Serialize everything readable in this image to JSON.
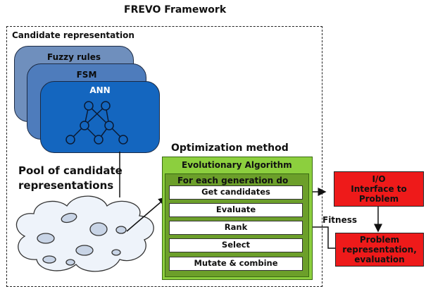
{
  "title": "FREVO Framework",
  "candidate": {
    "label": "Candidate representation",
    "layers": [
      "Fuzzy rules",
      "FSM",
      "ANN"
    ]
  },
  "pool_label": [
    "Pool of candidate",
    "representations"
  ],
  "optimization": {
    "label": "Optimization method",
    "algorithm": "Evolutionary Algorithm",
    "loop": "For each generation do",
    "steps": [
      "Get candidates",
      "Evaluate",
      "Rank",
      "Select",
      "Mutate & combine"
    ]
  },
  "io_box": [
    "I/O",
    "Interface to",
    "Problem"
  ],
  "fitness_label": "Fitness",
  "problem_box": [
    "Problem",
    "representation,",
    "evaluation"
  ],
  "colors": {
    "green_outer": "#8ccf3e",
    "green_inner": "#6c9f2a",
    "ann_blue": "#1466bf",
    "red": "#ee1a1a"
  }
}
